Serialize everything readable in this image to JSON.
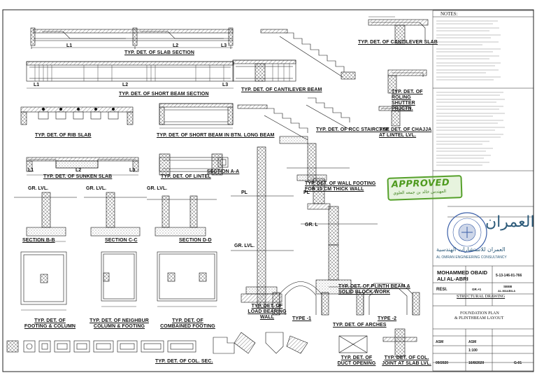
{
  "drawing_titles": {
    "slab_section": "TYP. DET. OF SLAB SECTION",
    "short_beam_section": "TYP. DET. OF SHORT BEAM SECTION",
    "rib_slab": "TYP. DET. OF RIB SLAB",
    "short_beam_long_beam": "TYP. DET. OF SHORT BEAM IN BTN. LONG BEAM",
    "cantilever_slab": "TYP. DET. OF CANTILEVER SLAB",
    "cantilever_beam": "TYP. DET. OF CANTILEVER BEAM",
    "rcc_staircase": "TYP. DET. OF RCC STAIRCASE",
    "roling_shutter": "TYP. DET. OF ROLING SHUTTER PRJCTN.",
    "chajja": "TYP. DET. OF CHAJJA AT LINTEL LVL.",
    "sunken_slab": "TYP. DET. OF SUNKEN SLAB",
    "lintel": "TYP. DET. OF LINTEL",
    "section_aa": "SECTION A-A",
    "wall_footing": "TYP. DET. OF WALL FOOTING FOR 10 CM THICK WALL",
    "section_bb": "SECTION B-B",
    "section_cc": "SECTION C-C",
    "section_dd": "SECTION D-D",
    "load_bearing_wall": "TYP. DET. OF LOAD BEARING WALL",
    "plinth_beam": "TYP. DET. OF PLINTH BEAM & SOLID BLOCK WORK",
    "footing_column": "TYP. DET. OF FOOTING & COLUMN",
    "neighbour_column": "TYP. DET. OF NEIGHBUR COLUMN & FOOTING",
    "combined_footing": "TYP. DET. OF COMBAINED FOOTING",
    "arches": "TYP. DET. OF ARCHES",
    "type1": "TYPE -1",
    "type2": "TYPE -2",
    "col_sec": "TYP. DET. OF COL. SEC.",
    "duct_opening": "TYP. DET. OF DUCT OPENING",
    "col_joint": "TYP. DET. OF COL. JOINT AT SLAB LVL."
  },
  "labels": {
    "L1": "L1",
    "L2": "L2",
    "L3": "L3",
    "gr_lvl": "GR. LVL.",
    "pl": "PL",
    "gr_l": "GR. L"
  },
  "notes": {
    "title": "NOTES:"
  },
  "stamp": {
    "approved": "APPROVED",
    "arabic_sign": "المهندس خالد بن جمعه العلوي"
  },
  "company": {
    "logo_ar": "العمران",
    "name_ar": "العمران للاستشارات الهندسية",
    "name_en": "AL OMRAN ENGINEERING CONSULTANCY"
  },
  "title_block": {
    "client_name_line1": "MOHAMMED OBAID",
    "client_name_line2": "ALI AL-ABRI",
    "plot_no": "5-13-146-01-766",
    "project_type": "RESI.",
    "floor": "GR.+1",
    "location": "SEEB",
    "location2": "AL-MAABILA",
    "discipline": "STRUCTURAL DRAWING",
    "drawing_name_1": "FOUNDATION PLAN",
    "drawing_name_2": "& PLINTHBEAM LAYOUT",
    "drawn_by": "ASM",
    "checked_by": "ASM",
    "scale": "1:100",
    "date_left": "09/2020",
    "date_mid": "16/8/2020",
    "sheet_no": "G-01"
  }
}
